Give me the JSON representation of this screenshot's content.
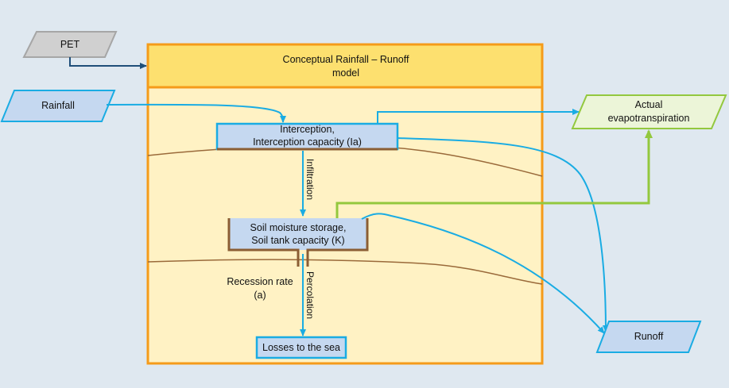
{
  "inputs": {
    "pet": "PET",
    "rainfall": "Rainfall"
  },
  "model": {
    "title_line1": "Conceptual Rainfall – Runoff",
    "title_line2": "model"
  },
  "stores": {
    "interception_line1": "Interception,",
    "interception_line2": "Interception capacity (Ia)",
    "soil_line1": "Soil moisture storage,",
    "soil_line2": "Soil tank capacity (K)",
    "losses": "Losses to the sea"
  },
  "flows": {
    "infiltration": "Infiltration",
    "percolation": "Percolation",
    "recession_line1": "Recession rate",
    "recession_line2": "(a)"
  },
  "outputs": {
    "evap_line1": "Actual",
    "evap_line2": "evapotranspiration",
    "runoff": "Runoff"
  },
  "colors": {
    "background": "#dfe8f0",
    "model_border": "#f59b1a",
    "model_header": "#fde06f",
    "model_body": "#fff2c4",
    "blue_stroke": "#1aace3",
    "blue_fill": "#c5d8f0",
    "pet_fill": "#d0d0d0",
    "pet_stroke": "#a6a6a6",
    "pet_arrow": "#1f4e79",
    "green_stroke": "#93c83e",
    "green_fill": "#ecf5d8",
    "soil_stroke": "#8b5e34"
  }
}
